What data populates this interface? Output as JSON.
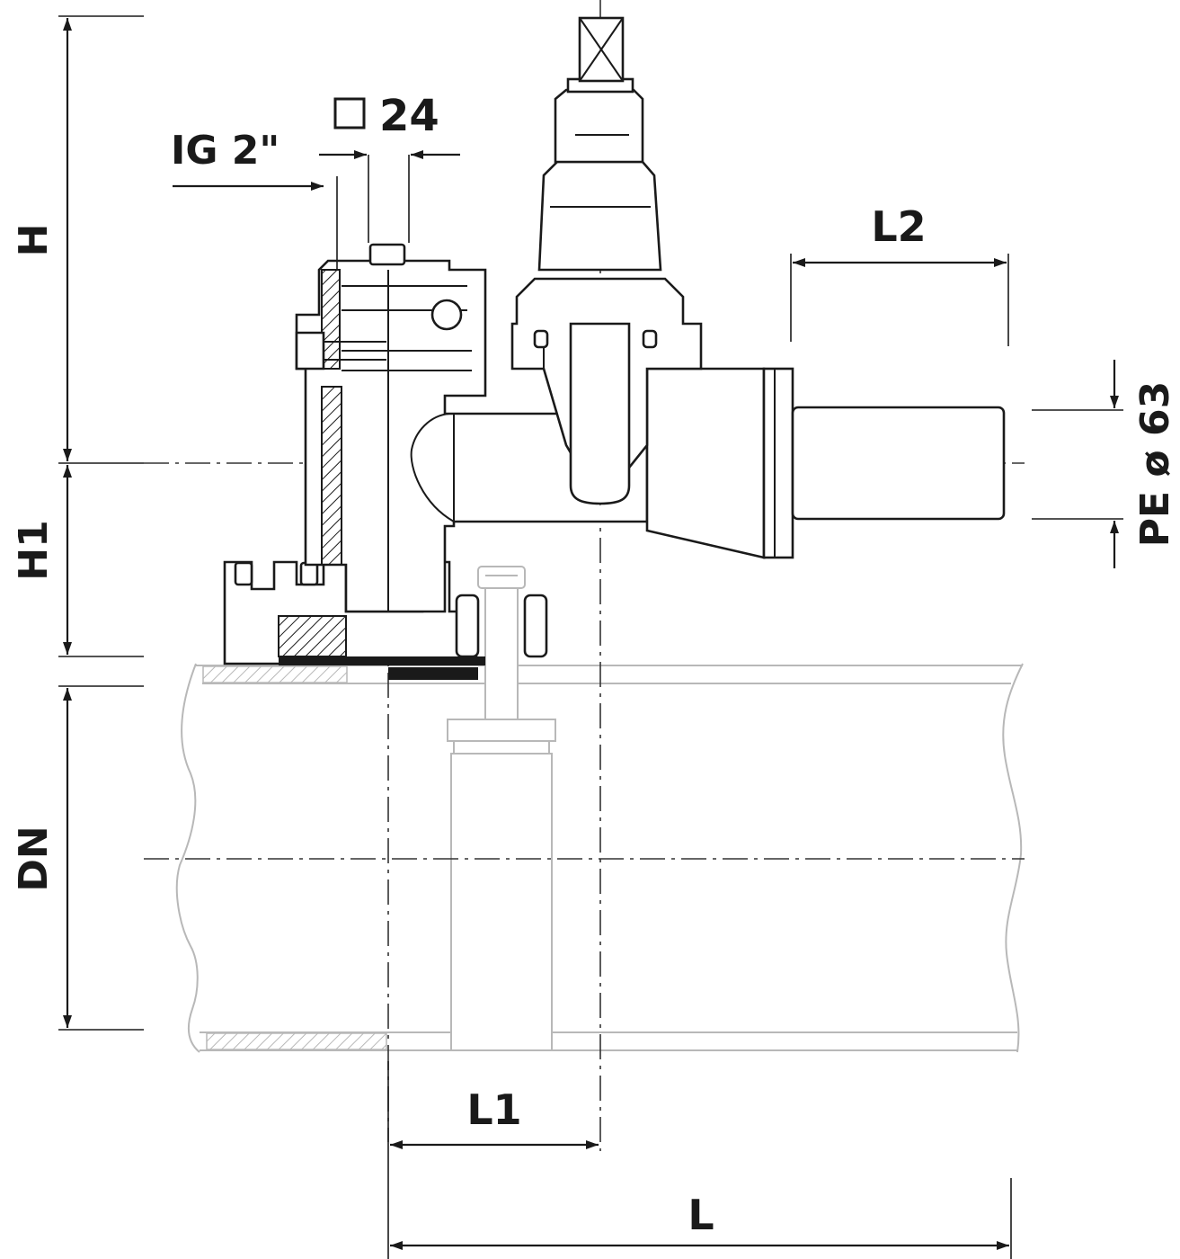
{
  "labels": {
    "h": "H",
    "h1": "H1",
    "dn": "DN",
    "ig": "IG 2\"",
    "sq": "24",
    "l2": "L2",
    "pe": "PE ø 63",
    "l1": "L1",
    "l": "L"
  },
  "icons": {
    "square_symbol": "square-outline-icon"
  },
  "colors": {
    "line": "#1a1a1a",
    "ghost": "#b8b8b8",
    "background": "#ffffff"
  }
}
